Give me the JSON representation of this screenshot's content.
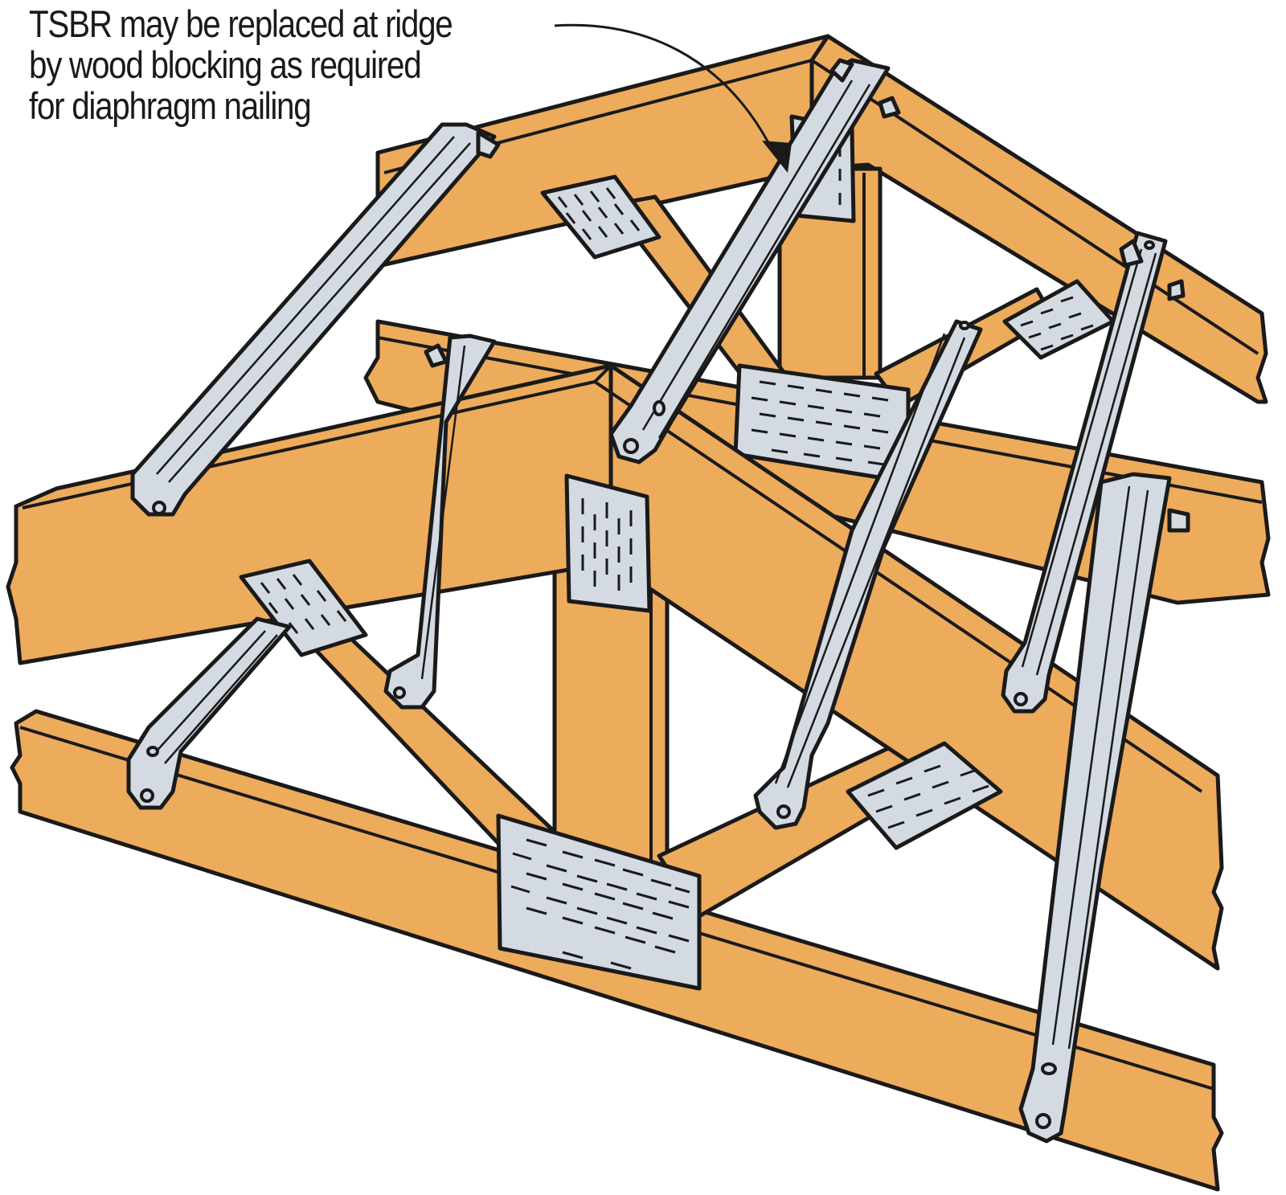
{
  "figure": {
    "subject": "Roof truss assembly with TSBR truss spacer-restraint braces",
    "callout": {
      "lines": [
        "TSBR may be replaced at ridge",
        "by wood blocking as required",
        "for diaphragm nailing"
      ],
      "target": "ridge gusset plate"
    },
    "components": {
      "lumber": "wood truss chords and webs",
      "brace": "TSBR spacer brace",
      "plate": "metal truss gusset plate"
    },
    "colors": {
      "wood": "#EDAB5C",
      "metal": "#D3DAE1",
      "outline": "#1a1a1a",
      "background": "#ffffff"
    }
  }
}
